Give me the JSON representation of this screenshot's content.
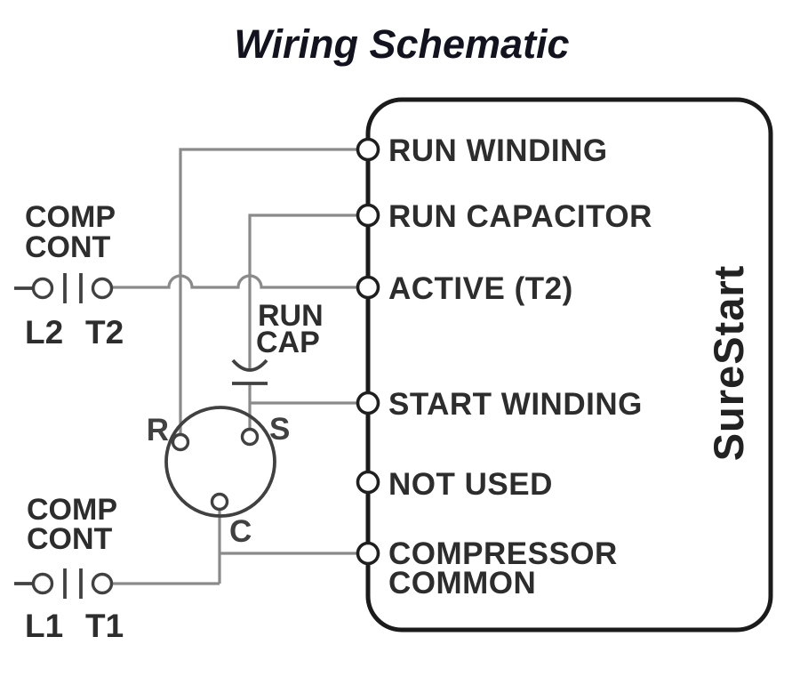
{
  "title": "Wiring Schematic",
  "device": {
    "name": "SureStart",
    "terminals": [
      {
        "label": "RUN WINDING"
      },
      {
        "label": "RUN CAPACITOR"
      },
      {
        "label": "ACTIVE (T2)"
      },
      {
        "label": "START WINDING"
      },
      {
        "label": "NOT USED"
      },
      {
        "label": "COMPRESSOR",
        "label2": "COMMON"
      }
    ]
  },
  "contactor_top": {
    "name_line1": "COMP",
    "name_line2": "CONT",
    "left_terminal": "L2",
    "right_terminal": "T2"
  },
  "contactor_bottom": {
    "name_line1": "COMP",
    "name_line2": "CONT",
    "left_terminal": "L1",
    "right_terminal": "T1"
  },
  "run_capacitor": {
    "name_line1": "RUN",
    "name_line2": "CAP"
  },
  "compressor": {
    "pins": [
      {
        "label": "R"
      },
      {
        "label": "S"
      },
      {
        "label": "C"
      }
    ]
  },
  "colors": {
    "wire": "#8a8a8a",
    "component_stroke": "#414141",
    "device_box": "#1b1b1b",
    "label_text": "#2d2d2d",
    "title_text": "#13131f",
    "background": "#ffffff"
  }
}
